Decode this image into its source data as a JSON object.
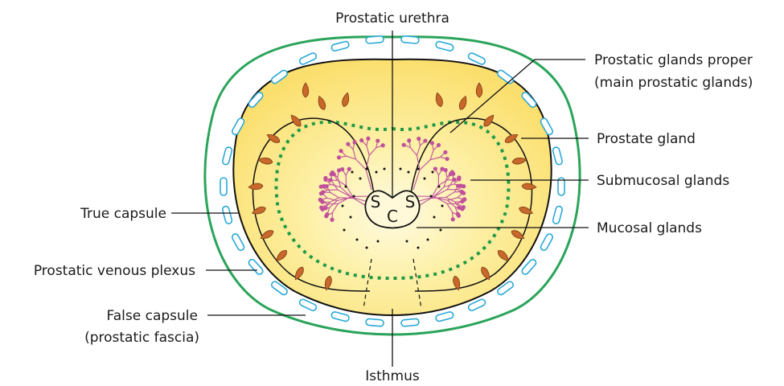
{
  "labels": {
    "prostatic_urethra": "Prostatic urethra",
    "glands_proper_1": "Prostatic glands proper",
    "glands_proper_2": "(main prostatic glands)",
    "prostate_gland": "Prostate gland",
    "submucosal_glands": "Submucosal glands",
    "mucosal_glands": "Mucosal glands",
    "true_capsule": "True capsule",
    "venous_plexus": "Prostatic venous plexus",
    "false_capsule_1": "False capsule",
    "false_capsule_2": "(prostatic fascia)",
    "isthmus": "Isthmus"
  },
  "urethra_letters": {
    "left": "S",
    "center": "C",
    "right": "S"
  },
  "colors": {
    "false_capsule": "#2aa45a",
    "true_capsule": "#111111",
    "gland_fill": "#fbe37a",
    "gland_center": "#fffbe3",
    "venous_plexus": "#2aa9d6",
    "glands_proper": "#c8682a",
    "submucosal": "#c0509b",
    "zone_border": "#1f9a47"
  }
}
